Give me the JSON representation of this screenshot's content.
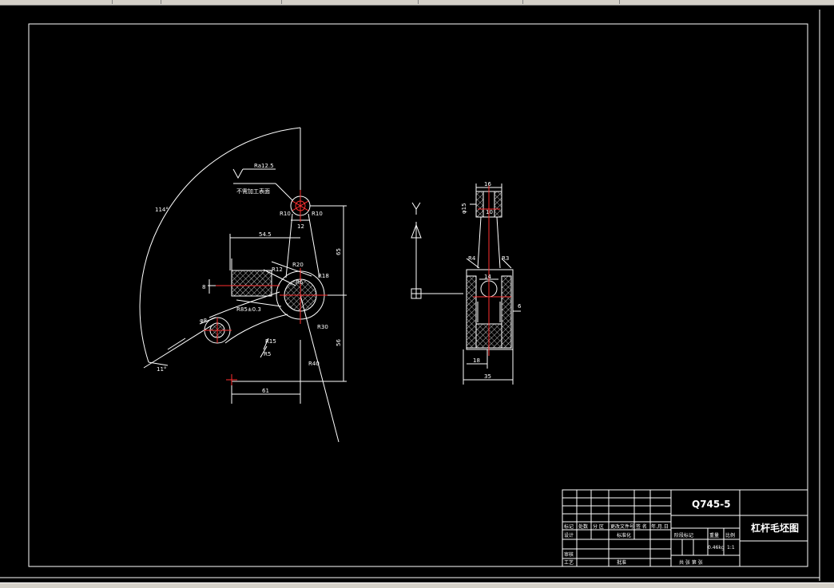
{
  "toolbar": {
    "segments": 6
  },
  "drawing": {
    "title_block": {
      "part_no": "Q745-5",
      "drawing_name": "杠杆毛坯图",
      "weight": "0.46kg",
      "scale": "1:1",
      "row_labels": [
        "标记",
        "处数",
        "分 区",
        "更改文件号",
        "签 名",
        "年.月.日"
      ],
      "design": "设计",
      "standardize": "标准化",
      "stage_mark": "阶段标记",
      "weight_label": "重量",
      "scale_label": "比例",
      "review": "审核",
      "process": "工艺",
      "approve": "批准",
      "sheets": "共  张  第  张"
    },
    "annotations": {
      "roughness": "Ra12.5",
      "note": "不需加工表面",
      "angle_big": "114°",
      "angle_small": "11°",
      "dim_54_5": "54.5",
      "dim_8": "8",
      "dim_12": "12",
      "dim_65": "65",
      "dim_56": "56",
      "dim_61": "61",
      "r10a": "R10",
      "r10b": "R10",
      "r20": "R20",
      "r12": "R12",
      "r18": "R18",
      "r30": "R30",
      "r6": "R6",
      "phi8": "φ8",
      "r85": "R85±0.3",
      "r15": "R15",
      "r40": "R40",
      "r5": "R5",
      "side_16": "16",
      "side_10": "10",
      "side_phi15": "φ15",
      "side_14": "14",
      "side_r4": "R4",
      "side_r3": "R3",
      "side_6": "6",
      "side_18": "18",
      "side_35": "35",
      "ucs_y": "Y"
    }
  }
}
